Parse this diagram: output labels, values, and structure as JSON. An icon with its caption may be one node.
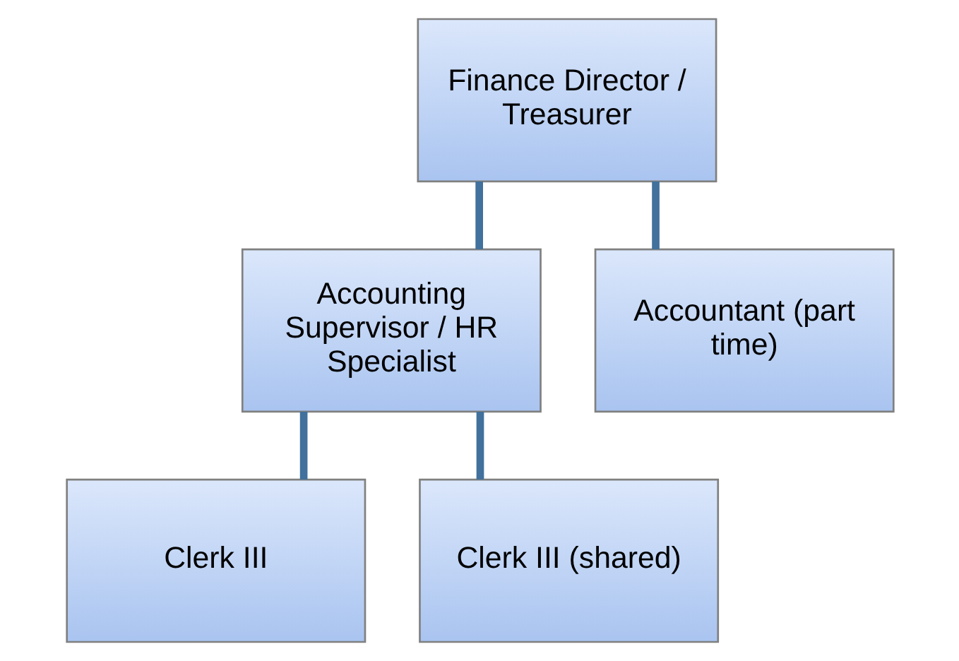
{
  "diagram": {
    "nodes": [
      {
        "text": [
          "Finance Director / Treasurer"
        ]
      },
      {
        "text": [
          "Accounting Supervisor / HR Specialist"
        ]
      },
      {
        "text": [
          "Accountant (part time)"
        ]
      },
      {
        "text": [
          "Clerk III"
        ]
      },
      {
        "text": [
          "Clerk III (shared)"
        ]
      }
    ],
    "edges": [
      {
        "from": 0,
        "to": 1,
        "arrow": "none"
      },
      {
        "from": 0,
        "to": 2,
        "arrow": "none"
      },
      {
        "from": 1,
        "to": 3,
        "arrow": "none"
      },
      {
        "from": 1,
        "to": 4,
        "arrow": "none"
      }
    ]
  }
}
